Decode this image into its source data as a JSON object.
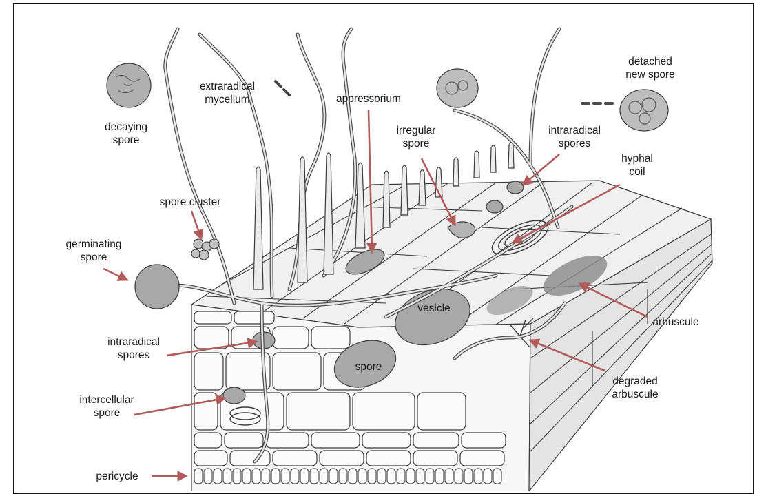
{
  "colors": {
    "arrow": "#b25a5a",
    "cell_fill": "#f2f2f2",
    "spore_fill": "#a8a8a8",
    "outline": "#3a3a3a"
  },
  "labels": {
    "decaying_spore": [
      "decaying",
      "spore"
    ],
    "extraradical_mycelium": [
      "extraradical",
      "mycelium"
    ],
    "appressorium": "appressorium",
    "detached_new_spore": [
      "detached",
      "new spore"
    ],
    "irregular_spore": [
      "irregular",
      "spore"
    ],
    "intraradical_spores_top": [
      "intraradical",
      "spores"
    ],
    "hyphal_coil": [
      "hyphal",
      "coil"
    ],
    "spore_cluster": "spore cluster",
    "germinating_spore": [
      "germinating",
      "spore"
    ],
    "vesicle": "vesicle",
    "arbuscule": "arbuscule",
    "intraradical_spores_left": [
      "intraradical",
      "spores"
    ],
    "spore": "spore",
    "degraded_arbuscule": [
      "degraded",
      "arbuscule"
    ],
    "intercellular_spore": [
      "intercellular",
      "spore"
    ],
    "pericycle": "pericycle"
  }
}
